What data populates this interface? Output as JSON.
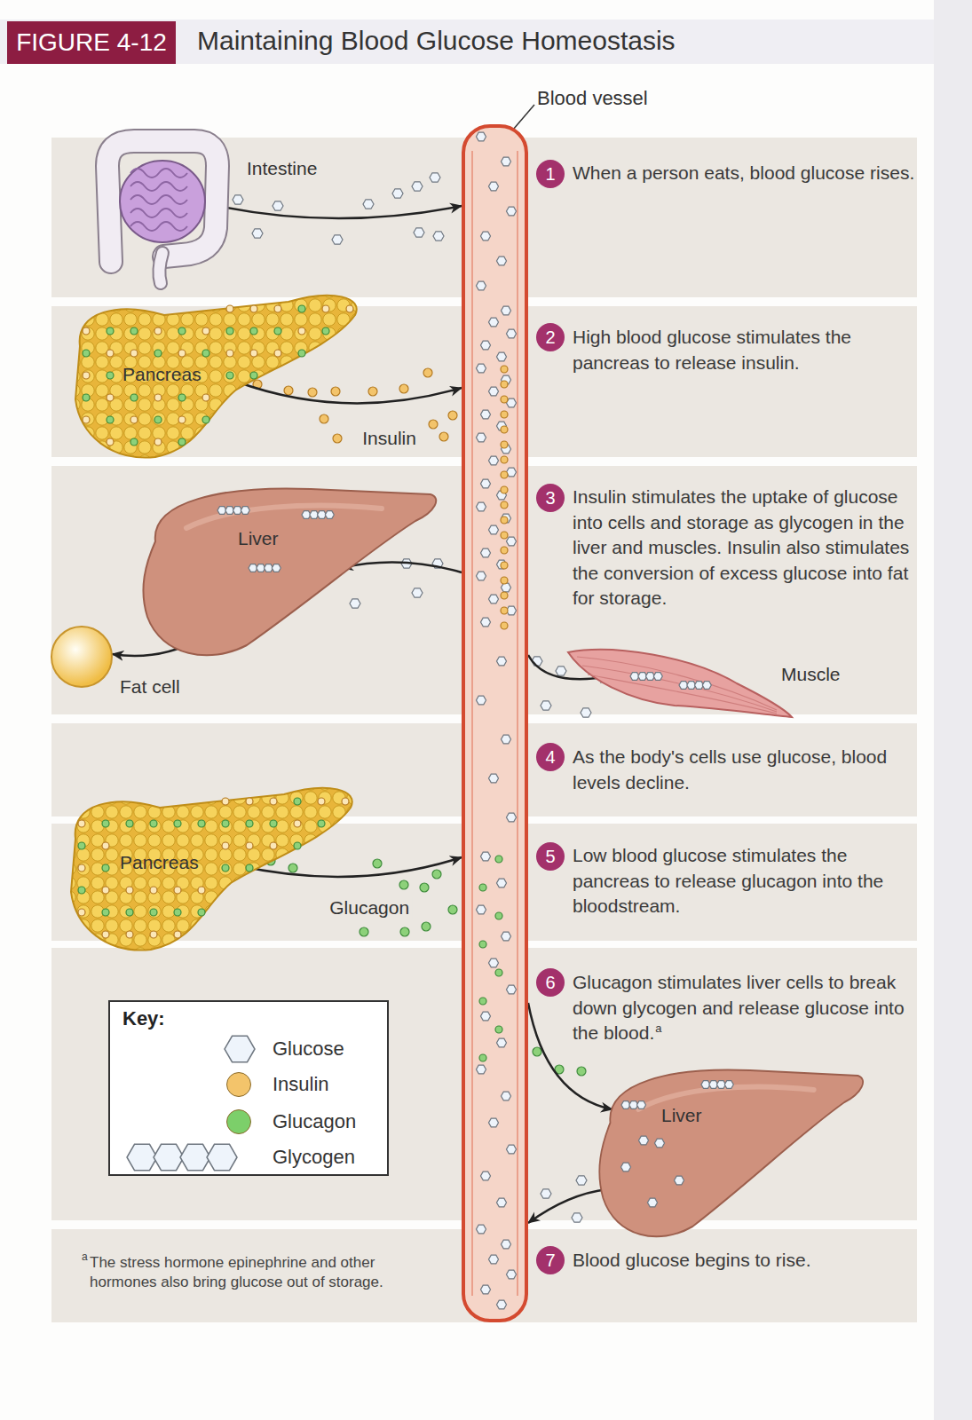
{
  "diagram": {
    "title": "Maintaining Blood Glucose Homeostasis",
    "nodes": [
      {
        "text": [
          "Blood vessel"
        ]
      },
      {
        "text": [
          "Intestine"
        ]
      },
      {
        "text": [
          "Pancreas"
        ]
      },
      {
        "text": [
          "Liver"
        ]
      },
      {
        "text": [
          "Fat cell"
        ]
      },
      {
        "text": [
          "Muscle"
        ]
      },
      {
        "text": [
          "Pancreas"
        ]
      },
      {
        "text": [
          "Liver"
        ]
      }
    ],
    "edges": [
      {
        "from": 1,
        "to": 0,
        "arrow": "to"
      },
      {
        "from": 2,
        "to": 0,
        "label": "Insulin",
        "arrow": "to"
      },
      {
        "from": 0,
        "to": 3,
        "arrow": "to"
      },
      {
        "from": 3,
        "to": 4,
        "arrow": "to"
      },
      {
        "from": 0,
        "to": 5,
        "arrow": "to"
      },
      {
        "from": 6,
        "to": 0,
        "label": "Glucagon",
        "arrow": "to"
      },
      {
        "from": 0,
        "to": 7,
        "arrow": "to"
      },
      {
        "from": 7,
        "to": 0,
        "arrow": "to"
      }
    ],
    "labels": [
      "FIGURE 4-12",
      "1",
      "When a person eats, blood glucose rises.",
      "2",
      "High blood glucose stimulates the pancreas to release insulin.",
      "3",
      "Insulin stimulates the uptake of glucose into cells and storage as glycogen in the liver and muscles. Insulin also stimulates the conversion of excess glucose into fat for storage.",
      "4",
      "As the body's cells use glucose, blood levels decline.",
      "5",
      "Low blood glucose stimulates the pancreas to release glucagon into the bloodstream.",
      "6",
      "Glucagon stimulates liver cells to break down glycogen and release glucose into the blood.",
      "a",
      "7",
      "Blood glucose begins to rise.",
      "Key:",
      "a",
      "The stress hormone epinephrine and other hormones also bring glucose out of storage."
    ],
    "legend": [
      {
        "text": "Glucose"
      },
      {
        "text": "Insulin",
        "color": "#f3c46b"
      },
      {
        "text": "Glucagon",
        "color": "#7ccf6a"
      },
      {
        "text": "Glycogen"
      }
    ]
  }
}
